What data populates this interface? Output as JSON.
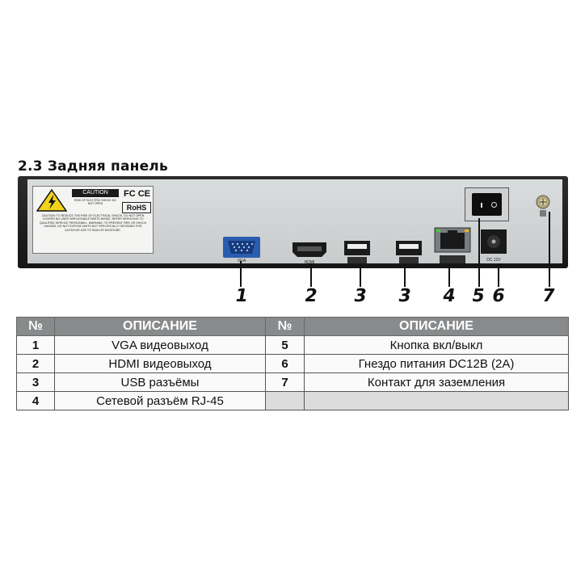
{
  "section": {
    "title": "2.3 Задняя панель"
  },
  "label": {
    "caution_heading": "CAUTION",
    "caution_sub": "RISK OF ELECTRIC SHOCK DO NOT OPEN",
    "fcc": "FC CE",
    "rohs": "RoHS",
    "caution_text": "CAUTION: TO REDUCE THE RISK OF ELECTRICAL SHOCK, DO NOT OPEN COVERS NO USER SERVICEABLE PARTS INSIDE. REFER SERVICING TO QUALIFIED SERVICE PERSONNEL. WARNING: TO PREVENT FIRE OR SHOCK HAZARD, DO NOT EXPOSE UNITS NOT SPECIFICALLY DESIGNED FOR OUTDOOR USE TO RAIN OR MOISTURE."
  },
  "ports": {
    "vga_label": "VGA",
    "hdmi_label": "HDMI",
    "dc_label": "DC 12V"
  },
  "callouts": [
    "1",
    "2",
    "3",
    "3",
    "4",
    "5",
    "6",
    "7"
  ],
  "table": {
    "headers": [
      "№",
      "ОПИСАНИЕ",
      "№",
      "ОПИСАНИЕ"
    ],
    "rows": [
      {
        "n1": "1",
        "d1": "VGA видеовыход",
        "n2": "5",
        "d2": "Кнопка вкл/выкл"
      },
      {
        "n1": "2",
        "d1": "HDMI видеовыход",
        "n2": "6",
        "d2": "Гнездо питания DC12В (2А)"
      },
      {
        "n1": "3",
        "d1": "USB разъёмы",
        "n2": "7",
        "d2": "Контакт для заземления"
      },
      {
        "n1": "4",
        "d1": "Сетевой разъём RJ-45",
        "n2": "",
        "d2": ""
      }
    ]
  },
  "colors": {
    "table_header_bg": "#888a8c",
    "panel_bg": "#d2d5d6",
    "chassis": "#1e1e1e"
  }
}
